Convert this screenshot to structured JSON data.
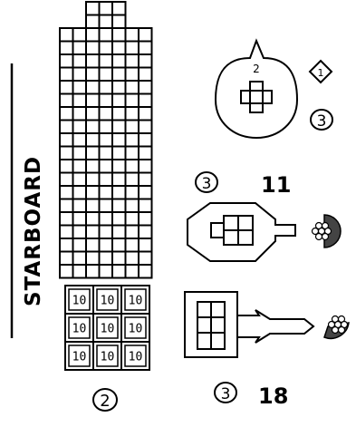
{
  "side_label": "STARBOARD",
  "hull_boxes": {
    "box_value": "10"
  },
  "hull_count": "2",
  "station_top": {
    "center_number": "2",
    "diamond_number": "1",
    "circle_number": "3"
  },
  "station_mid": {
    "circle_number": "3",
    "big_number": "11"
  },
  "station_bottom": {
    "circle_number": "3",
    "big_number": "18"
  }
}
